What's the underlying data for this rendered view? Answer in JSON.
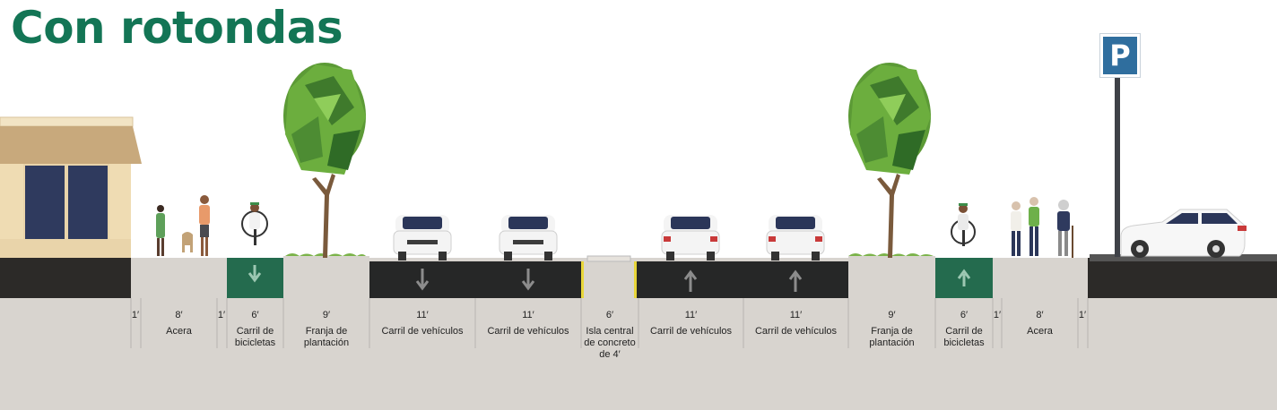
{
  "title": "Con rotondas",
  "parking_sign": "P",
  "colors": {
    "title": "#137555",
    "bike_lane": "#246b4e",
    "road": "#262727",
    "ground": "#d8d4cf",
    "median_line": "#e8d63a",
    "sign": "#2f6e9e"
  },
  "segments": [
    {
      "width": "1′",
      "name": ""
    },
    {
      "width": "8′",
      "name": "Acera"
    },
    {
      "width": "1′",
      "name": ""
    },
    {
      "width": "6′",
      "name": "Carril de bicicletas"
    },
    {
      "width": "9′",
      "name": "Franja de plantación"
    },
    {
      "width": "11′",
      "name": "Carril de vehículos"
    },
    {
      "width": "11′",
      "name": "Carril de vehículos"
    },
    {
      "width": "6′",
      "name": "Isla central de concreto de 4′"
    },
    {
      "width": "11′",
      "name": "Carril de vehículos"
    },
    {
      "width": "11′",
      "name": "Carril de vehículos"
    },
    {
      "width": "9′",
      "name": "Franja de plantación"
    },
    {
      "width": "6′",
      "name": "Carril de bicicletas"
    },
    {
      "width": "1′",
      "name": ""
    },
    {
      "width": "8′",
      "name": "Acera"
    },
    {
      "width": "1′",
      "name": ""
    }
  ]
}
